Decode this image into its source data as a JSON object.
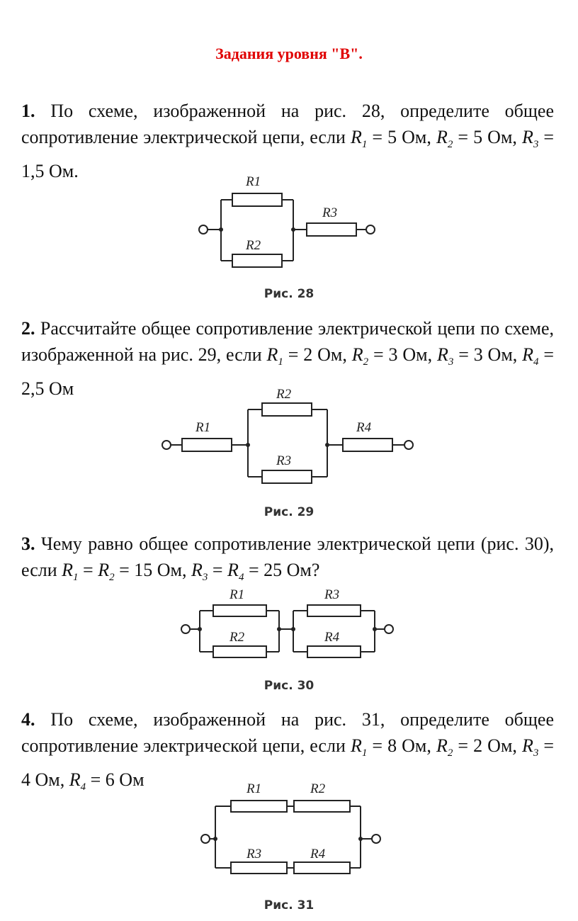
{
  "title": "Задания уровня \"В\".",
  "tasks": [
    {
      "num": "1.",
      "intro": "По схеме, изображенной на рис. 28, определите общее сопротивление электрической цепи, если",
      "r1": "R",
      "r1_sub": "1",
      "v1": "= 5 Ом,",
      "r2": "R",
      "r2_sub": "2",
      "v2": "= 5 Ом,",
      "r3": "R",
      "r3_sub": "3",
      "v3": "= 1,5 Ом.",
      "caption": "Рис. 28",
      "labels": [
        "R1",
        "R2",
        "R3"
      ]
    },
    {
      "num": "2.",
      "intro": "Рассчитайте общее сопротивление электрической цепи по схеме, изображенной на рис. 29, если",
      "r1": "R",
      "r1_sub": "1",
      "v1": "= 2 Ом,",
      "r2": "R",
      "r2_sub": "2",
      "v2": "= 3 Ом,",
      "r3": "R",
      "r3_sub": "3",
      "v3": "= 3 Ом,",
      "r4": "R",
      "r4_sub": "4",
      "v4": "= 2,5 Ом",
      "caption": "Рис. 29",
      "labels": [
        "R1",
        "R2",
        "R3",
        "R4"
      ]
    },
    {
      "num": "3.",
      "intro": "Чему равно общее сопротивление электрической цепи (рис. 30), если",
      "r1": "R",
      "r1_sub": "1",
      "eq1": "=",
      "r2": "R",
      "r2_sub": "2",
      "v2": "= 15 Ом,",
      "r3": "R",
      "r3_sub": "3",
      "eq3": "=",
      "r4": "R",
      "r4_sub": "4",
      "v4": "= 25 Ом?",
      "caption": "Рис. 30",
      "labels": [
        "R1",
        "R2",
        "R3",
        "R4"
      ]
    },
    {
      "num": "4.",
      "intro": "По схеме, изображенной на рис. 31, определите общее сопротивление электрической цепи, если",
      "r1": "R",
      "r1_sub": "1",
      "v1": "= 8 Ом,",
      "r2": "R",
      "r2_sub": "2",
      "v2": "= 2 Ом,",
      "r3": "R",
      "r3_sub": "3",
      "v3": "= 4 Ом,",
      "r4": "R",
      "r4_sub": "4",
      "v4": "= 6 Ом",
      "caption": "Рис. 31",
      "labels": [
        "R1",
        "R2",
        "R3",
        "R4"
      ]
    }
  ]
}
